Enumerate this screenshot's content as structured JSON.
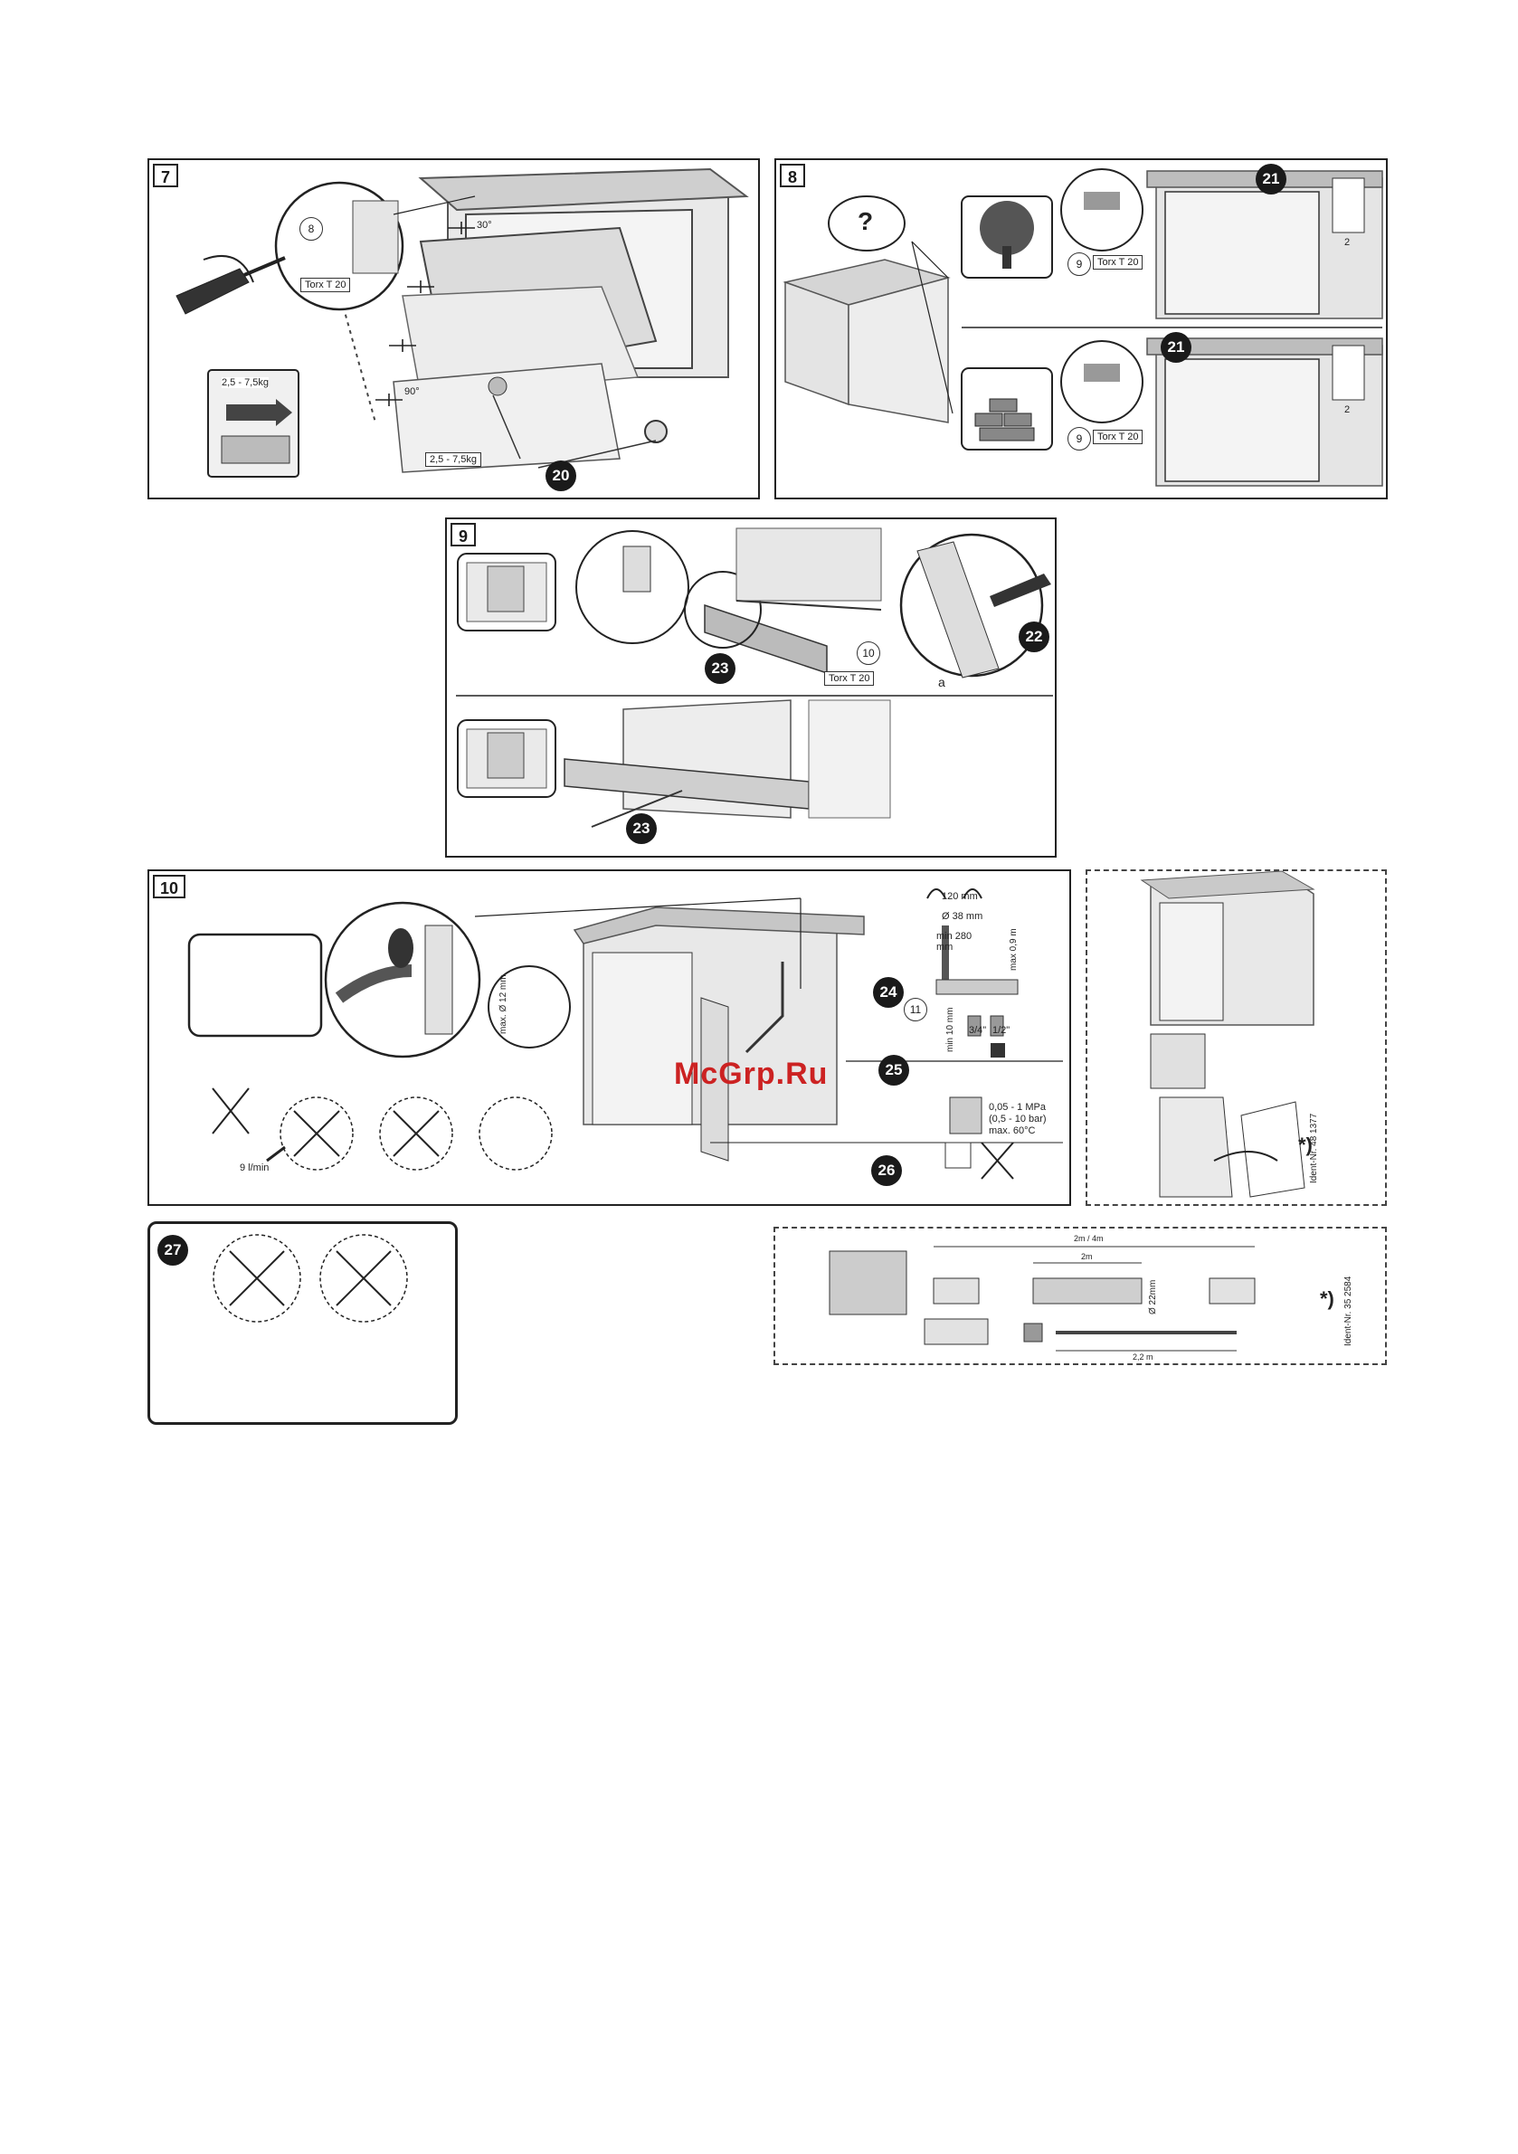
{
  "panels": {
    "p7": {
      "step": "7",
      "callouts": [
        "20"
      ],
      "ring": "8",
      "torx": "Torx T 20",
      "weight_range": "2,5 - 7,5kg",
      "weight_box": "2,5 - 7,5kg",
      "angle_top": "30°",
      "angle_bottom": "90°"
    },
    "p8": {
      "step": "8",
      "callouts": [
        "21",
        "21"
      ],
      "ring": "9",
      "torx": "Torx T 20",
      "question": "?",
      "dim1": "2",
      "dim2": "2"
    },
    "p9": {
      "step": "9",
      "callouts": [
        "22",
        "23",
        "23"
      ],
      "ring": "10",
      "torx": "Torx T 20",
      "dim": "a"
    },
    "p10": {
      "step": "10",
      "callouts": [
        "24",
        "25",
        "26"
      ],
      "ring": "11",
      "label_120": "120 mm",
      "label_d38": "Ø 38 mm",
      "label_min280": "min 280 mm",
      "label_max09": "max 0,9 m",
      "label_min10": "min 10 mm",
      "label_34": "3/4\"",
      "label_12": "1/2\"",
      "pressure_1": "0,05 - 1 MPa",
      "pressure_2": "(0,5 - 10 bar)",
      "pressure_3": "max. 60°C",
      "flow": "9 l/min",
      "side_label": "max. Ø 12 mm"
    },
    "p27": {
      "callout": "27"
    },
    "aux_right": {
      "star": "*)",
      "code": "Ident-Nr. 48 1377"
    },
    "aux_bottom": {
      "star": "*)",
      "code": "Ident-Nr. 35 2584",
      "dim_top": "2m / 4m",
      "dim_mid": "2m",
      "dim_bot": "2,2 m",
      "dim_side": "Ø 22mm"
    }
  },
  "watermark": "McGrp.Ru"
}
